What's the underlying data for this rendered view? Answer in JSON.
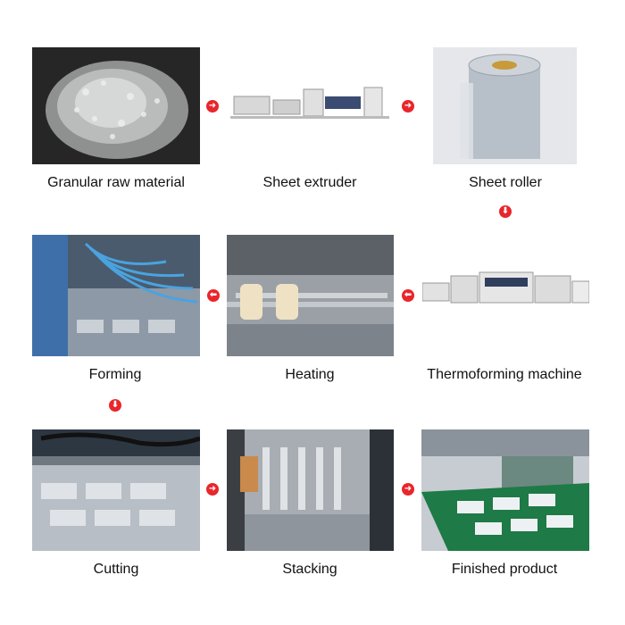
{
  "steps": [
    {
      "label": "Granular raw material",
      "image": "plastic-granules-photo"
    },
    {
      "label": "Sheet extruder",
      "image": "sheet-extruder-machine-photo"
    },
    {
      "label": "Sheet roller",
      "image": "plastic-sheet-roll-photo"
    },
    {
      "label": "Thermoforming machine",
      "image": "thermoforming-machine-photo"
    },
    {
      "label": "Heating",
      "image": "heating-rollers-photo"
    },
    {
      "label": "Forming",
      "image": "forming-station-photo"
    },
    {
      "label": "Cutting",
      "image": "cutting-station-photo"
    },
    {
      "label": "Stacking",
      "image": "stacking-station-photo"
    },
    {
      "label": "Finished product",
      "image": "finished-trays-conveyor-photo"
    }
  ],
  "arrows": {
    "right": "➜",
    "left": "⬅",
    "down": "⬇"
  },
  "colors": {
    "arrow": "#e8262b",
    "background": "#ffffff",
    "text": "#111111"
  }
}
